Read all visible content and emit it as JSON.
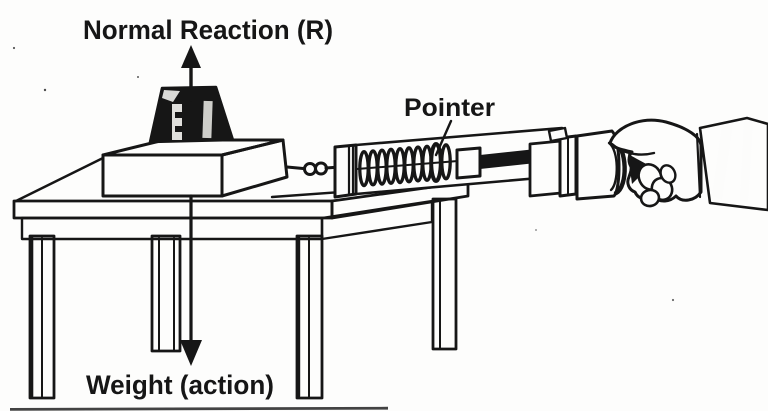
{
  "figure": {
    "labels": {
      "normal_reaction": "Normal Reaction (R)",
      "pointer": "Pointer",
      "weight_action": "Weight (action)"
    }
  },
  "colors": {
    "ink": "#161616",
    "paper": "#fdfdfc",
    "block": "#181818",
    "sleeve": "#1c1c1c"
  }
}
